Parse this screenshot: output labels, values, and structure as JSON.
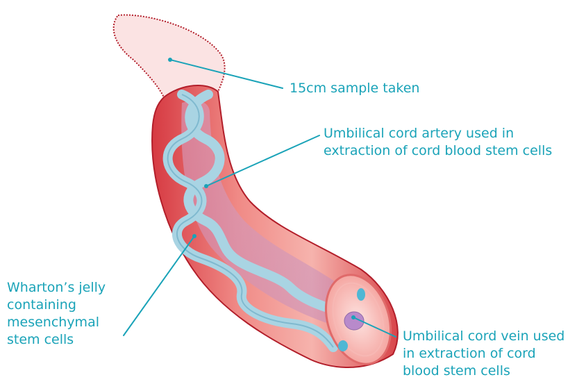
{
  "diagram": {
    "accent_color": "#1aa3b8",
    "labels": {
      "sample": "15cm sample taken",
      "artery": "Umbilical cord artery used in\nextraction of cord blood stem cells",
      "jelly": "Wharton’s jelly\ncontaining\nmesenchymal\nstem cells",
      "vein": "Umbilical cord vein used\nin extraction of cord\nblood stem cells"
    }
  }
}
